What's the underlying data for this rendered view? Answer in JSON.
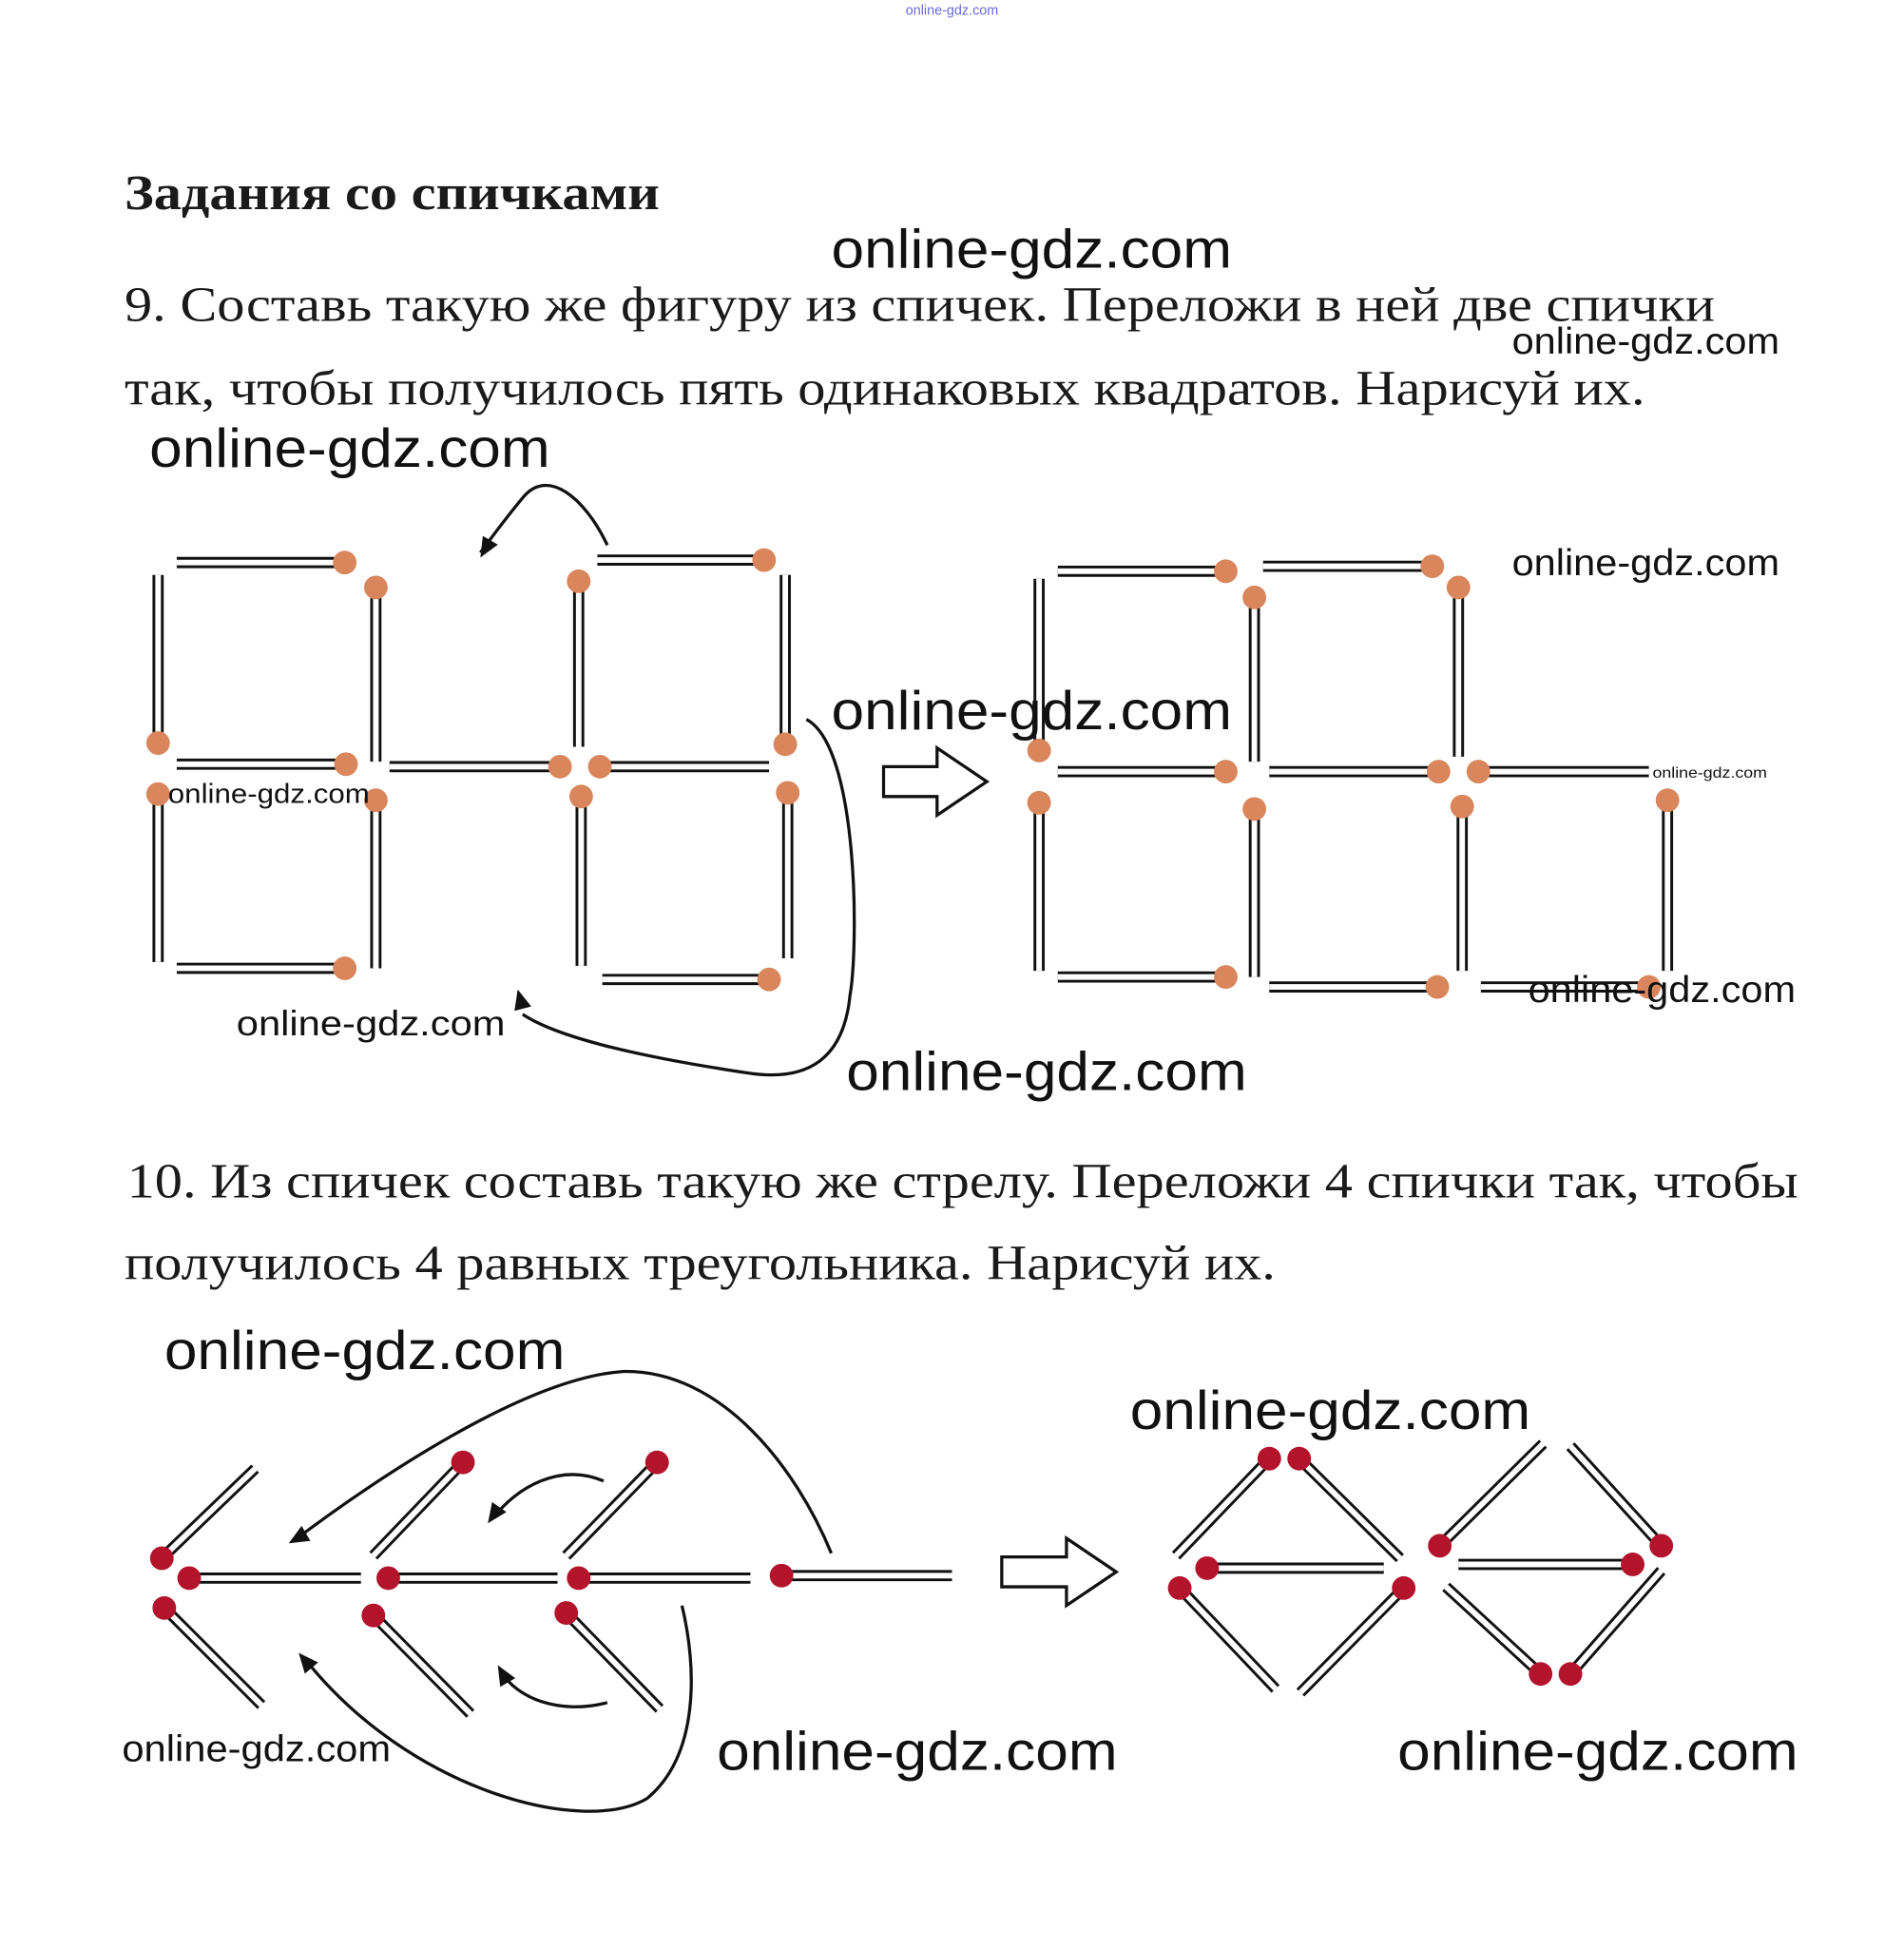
{
  "top_watermark": "online-gdz.com",
  "heading": "Задания со спичками",
  "task9": {
    "line1": "9. Составь такую же фигуру из спичек. Переложи в ней две спички",
    "line2": "так, чтобы получилось пять одинаковых квадратов. Нарисуй их."
  },
  "task10": {
    "line1": "10. Из спичек составь такую же стрелу. Переложи 4 спички так, чтобы",
    "line2": "получилось 4 равных треугольника. Нарисуй их."
  },
  "watermark": "online-gdz.com",
  "colors": {
    "match_head_task9": "#d9865c",
    "match_head_task10": "#b3142c",
    "top_watermark": "#6a6ad8"
  }
}
